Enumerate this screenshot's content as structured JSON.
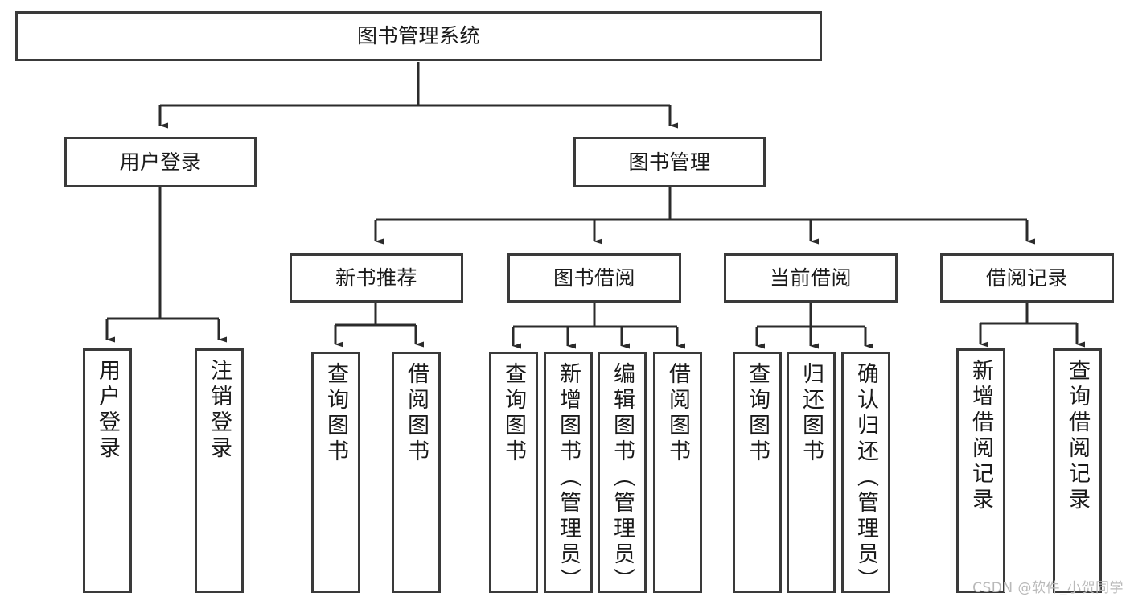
{
  "diagram": {
    "type": "tree-hierarchy",
    "title": "图书管理系统",
    "watermark": "CSDN @软件_小贺同学",
    "colors": {
      "box_border": "#3a3a3a",
      "box_fill": "#ffffff",
      "edge": "#2b2b2b",
      "text": "#1a1a1a",
      "watermark": "#b9b9b9",
      "background": "#ffffff"
    },
    "levels": {
      "root": {
        "label": "图书管理系统"
      },
      "level2": [
        {
          "label": "用户登录"
        },
        {
          "label": "图书管理"
        }
      ],
      "level3": [
        {
          "label": "新书推荐"
        },
        {
          "label": "图书借阅"
        },
        {
          "label": "当前借阅"
        },
        {
          "label": "借阅记录"
        }
      ],
      "leaves": [
        {
          "label": "用户登录",
          "parent": "用户登录"
        },
        {
          "label": "注销登录",
          "parent": "用户登录"
        },
        {
          "label": "查询图书",
          "parent": "新书推荐"
        },
        {
          "label": "借阅图书",
          "parent": "新书推荐"
        },
        {
          "label": "查询图书",
          "parent": "图书借阅"
        },
        {
          "label": "新增图书（管理员）",
          "parent": "图书借阅"
        },
        {
          "label": "编辑图书（管理员）",
          "parent": "图书借阅"
        },
        {
          "label": "借阅图书",
          "parent": "图书借阅"
        },
        {
          "label": "查询图书",
          "parent": "当前借阅"
        },
        {
          "label": "归还图书",
          "parent": "当前借阅"
        },
        {
          "label": "确认归还（管理员）",
          "parent": "当前借阅"
        },
        {
          "label": "新增借阅记录",
          "parent": "借阅记录"
        },
        {
          "label": "查询借阅记录",
          "parent": "借阅记录"
        }
      ]
    }
  }
}
